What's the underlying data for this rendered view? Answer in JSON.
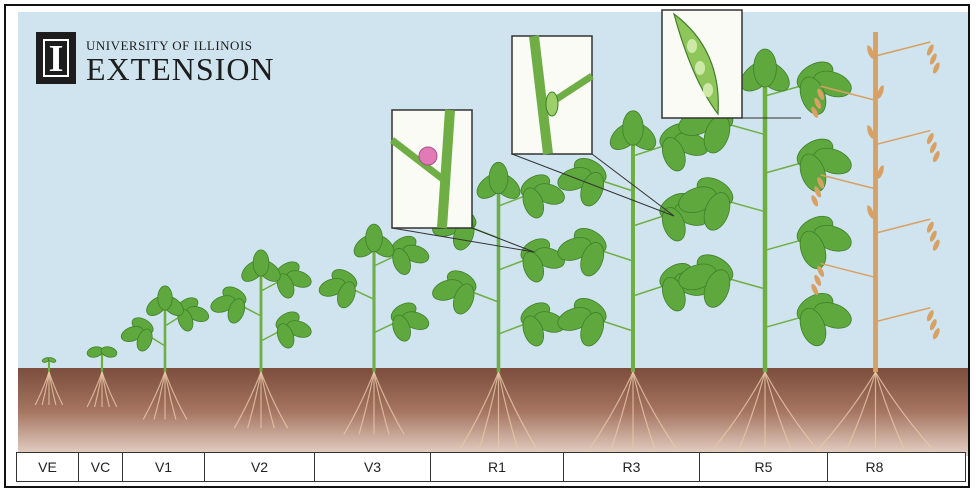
{
  "logo": {
    "mark": "I",
    "line1": "UNIVERSITY OF ILLINOIS",
    "line2": "EXTENSION"
  },
  "stages": [
    {
      "label": "VE",
      "width": 62
    },
    {
      "label": "VC",
      "width": 44
    },
    {
      "label": "V1",
      "width": 82
    },
    {
      "label": "V2",
      "width": 110
    },
    {
      "label": "V3",
      "width": 116
    },
    {
      "label": "R1",
      "width": 133
    },
    {
      "label": "R3",
      "width": 136
    },
    {
      "label": "R5",
      "width": 128
    },
    {
      "label": "R8",
      "width": 93
    }
  ],
  "colors": {
    "sky": "#cfe4ee",
    "soil": "#8a5a48",
    "leaf": "#5fa83e",
    "stem": "#6fae45",
    "mature": "#d9a064",
    "root": "#e9c8a8"
  }
}
